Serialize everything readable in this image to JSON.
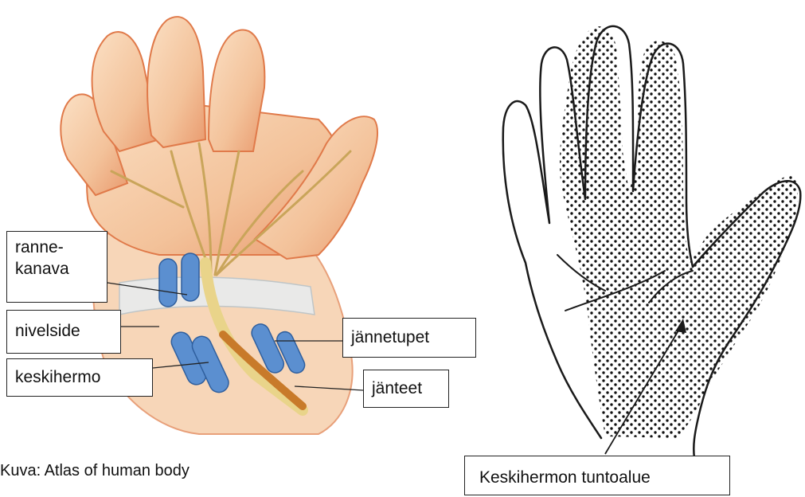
{
  "labels": {
    "carpal_tunnel": "ranne-\nkanava",
    "ligament": "nivelside",
    "median_nerve": "keskihermo",
    "tendon_sheaths": "jännetupet",
    "tendons": "jänteet",
    "sensory_area": "Keskihermon tuntoalue"
  },
  "caption": "Kuva: Atlas of human body",
  "colors": {
    "skin": "#f3c29a",
    "skin_shadow": "#e07a4a",
    "nerve": "#d6b26a",
    "tendon_sheath": "#5b8fd0",
    "tendon": "#c87a2a",
    "outline": "#1a1a1a",
    "stipple": "#111111"
  },
  "icons": [
    "wrist-anatomy-illustration",
    "hand-outline-illustration"
  ]
}
